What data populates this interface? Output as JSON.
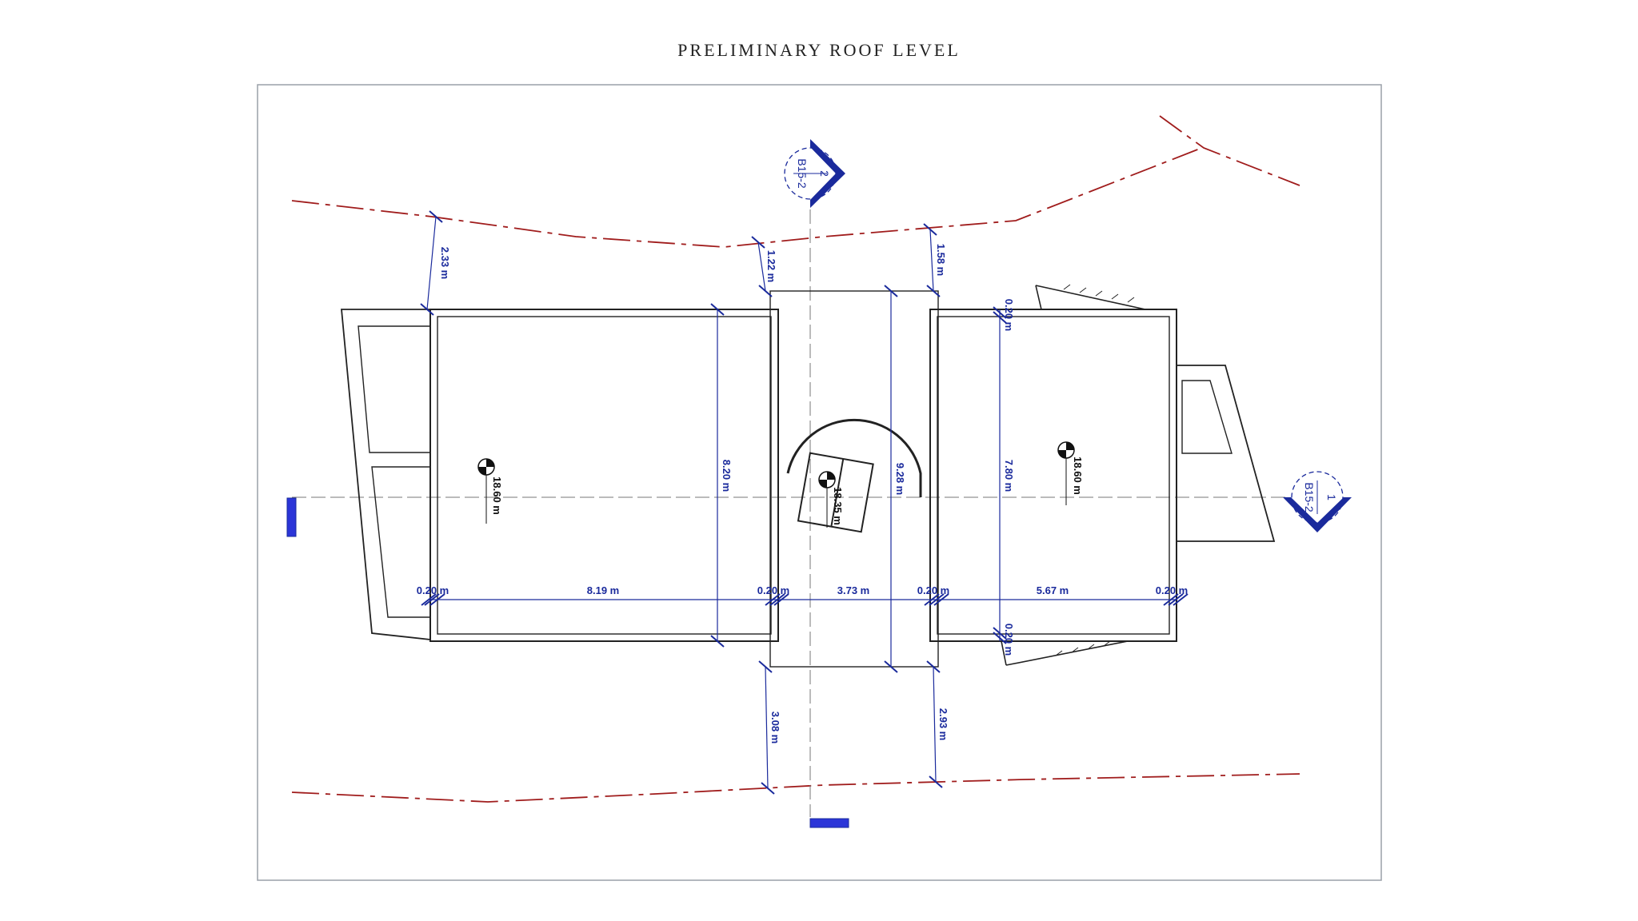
{
  "title": "PRELIMINARY ROOF LEVEL",
  "colors": {
    "dimension": "#1a2a9c",
    "boundary": "#a01c1c",
    "linework": "#222222",
    "frame": "#9aa0a8"
  },
  "sections": {
    "top": {
      "number": "2",
      "sheet": "B15-2"
    },
    "right": {
      "number": "1",
      "sheet": "B15-2"
    }
  },
  "dimensions": {
    "setback_left_top": "2.33 m",
    "setback_mid_left_top": "1.22 m",
    "setback_mid_right_top": "1.58 m",
    "setback_mid_left_bottom": "3.08 m",
    "setback_mid_right_bottom": "2.93 m",
    "wall_1": "0.20 m",
    "span_left": "8.19 m",
    "wall_2": "0.20 m",
    "span_mid": "3.73 m",
    "wall_3": "0.20 m",
    "span_right": "5.67 m",
    "wall_4": "0.20 m",
    "depth_left": "8.20 m",
    "depth_mid": "9.28 m",
    "depth_right": "7.80 m",
    "right_wall_top": "0.20 m",
    "right_wall_bottom": "0.20 m"
  },
  "elevations": {
    "left_roof": "18.60 m",
    "stair_roof": "18.35 m",
    "right_roof": "18.60 m"
  }
}
